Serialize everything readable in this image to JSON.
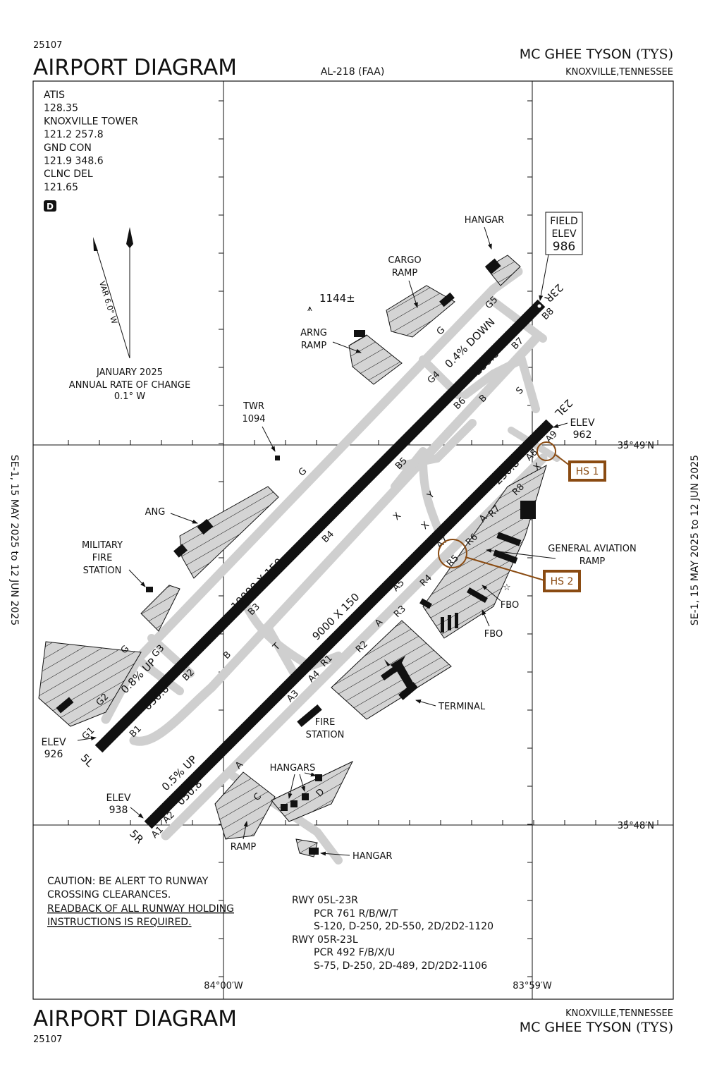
{
  "header": {
    "chart_number": "25107",
    "title": "AIRPORT DIAGRAM",
    "procedure_id": "AL-218 (FAA)",
    "airport_name": "MC GHEE TYSON",
    "airport_id": "(TYS)",
    "location": "KNOXVILLE,TENNESSEE"
  },
  "footer": {
    "title": "AIRPORT DIAGRAM",
    "chart_number": "25107",
    "location": "KNOXVILLE,TENNESSEE",
    "airport_name": "MC GHEE TYSON",
    "airport_id": "(TYS)"
  },
  "side_text": "SE-1,  15 MAY 2025  to  12 JUN 2025",
  "frequencies": [
    "ATIS",
    "128.35",
    "KNOXVILLE TOWER",
    "121.2  257.8",
    "GND CON",
    "121.9  348.6",
    "CLNC DEL",
    "121.65"
  ],
  "airspace_class_badge": "D",
  "magnetic": {
    "variation": "VAR 6.0° W",
    "note_lines": [
      "JANUARY 2025",
      "ANNUAL RATE OF CHANGE",
      "0.1° W"
    ]
  },
  "field_elev": {
    "lines": [
      "FIELD",
      "ELEV",
      "986"
    ]
  },
  "obstacle": "1144±",
  "coordinates": {
    "lat_north": "35°49′N",
    "lat_south": "35°48′N",
    "lon_west": "84°00′W",
    "lon_east": "83°59′W"
  },
  "runways": {
    "r1": {
      "end_a": "5L",
      "end_b": "23R",
      "dims": "10000 X 150",
      "hdg_up": "050.8°",
      "hdg_down": "230.8°",
      "slope_a": "0.8% UP",
      "slope_b": "0.4% DOWN",
      "elev_a": [
        "ELEV",
        "926"
      ]
    },
    "r2": {
      "end_a": "5R",
      "end_b": "23L",
      "dims": "9000 X 150",
      "hdg_up": "050.8°",
      "hdg_down": "230.8°",
      "slope_a": "0.5% UP",
      "elev_a": [
        "ELEV",
        "938"
      ],
      "elev_b": [
        "ELEV",
        "962"
      ]
    }
  },
  "taxiways": {
    "G": "G",
    "G1": "G1",
    "G2": "G2",
    "G3": "G3",
    "G4": "G4",
    "G5": "G5",
    "B": "B",
    "B1": "B1",
    "B2": "B2",
    "B3": "B3",
    "B4": "B4",
    "B5": "B5",
    "B6": "B6",
    "B7": "B7",
    "B8": "B8",
    "A": "A",
    "A1": "A1",
    "A2": "A2",
    "A3": "A3",
    "A4": "A4",
    "A5": "A5",
    "A7": "A7",
    "A8": "A8",
    "A9": "A9",
    "R1": "R1",
    "R2": "R2",
    "R3": "R3",
    "R4": "R4",
    "R5": "R5",
    "R6": "R6",
    "R7": "R7",
    "R8": "R8",
    "X": "X",
    "Y": "Y",
    "T": "T",
    "S": "S",
    "C": "C",
    "D": "D"
  },
  "facilities": {
    "hangar_ne": "HANGAR",
    "cargo_ramp": [
      "CARGO",
      "RAMP"
    ],
    "arng_ramp": [
      "ARNG",
      "RAMP"
    ],
    "twr": [
      "TWR",
      "1094"
    ],
    "ang": "ANG",
    "military_fire": [
      "MILITARY",
      "FIRE",
      "STATION"
    ],
    "ga_ramp": [
      "GENERAL AVIATION",
      "RAMP"
    ],
    "fbo1": "FBO",
    "fbo2": "FBO",
    "terminal": "TERMINAL",
    "fire_station": [
      "FIRE",
      "STATION"
    ],
    "hangars": "HANGARS",
    "ramp": "RAMP",
    "hangar_s": "HANGAR"
  },
  "hot_spots": {
    "hs1": "HS 1",
    "hs2": "HS 2",
    "color": "#8a4b12"
  },
  "caution": {
    "lines": [
      "CAUTION: BE ALERT TO RUNWAY",
      "CROSSING CLEARANCES."
    ],
    "underlined": [
      "READBACK OF ALL RUNWAY HOLDING",
      "INSTRUCTIONS IS REQUIRED."
    ]
  },
  "runway_data": [
    {
      "runway": "RWY 05L-23R",
      "pcr": "PCR 761 R/B/W/T",
      "weights": "S-120, D-250, 2D-550, 2D/2D2-1120"
    },
    {
      "runway": "RWY 05R-23L",
      "pcr": "PCR 492 F/B/X/U",
      "weights": "S-75, D-250, 2D-489, 2D/2D2-1106"
    }
  ]
}
